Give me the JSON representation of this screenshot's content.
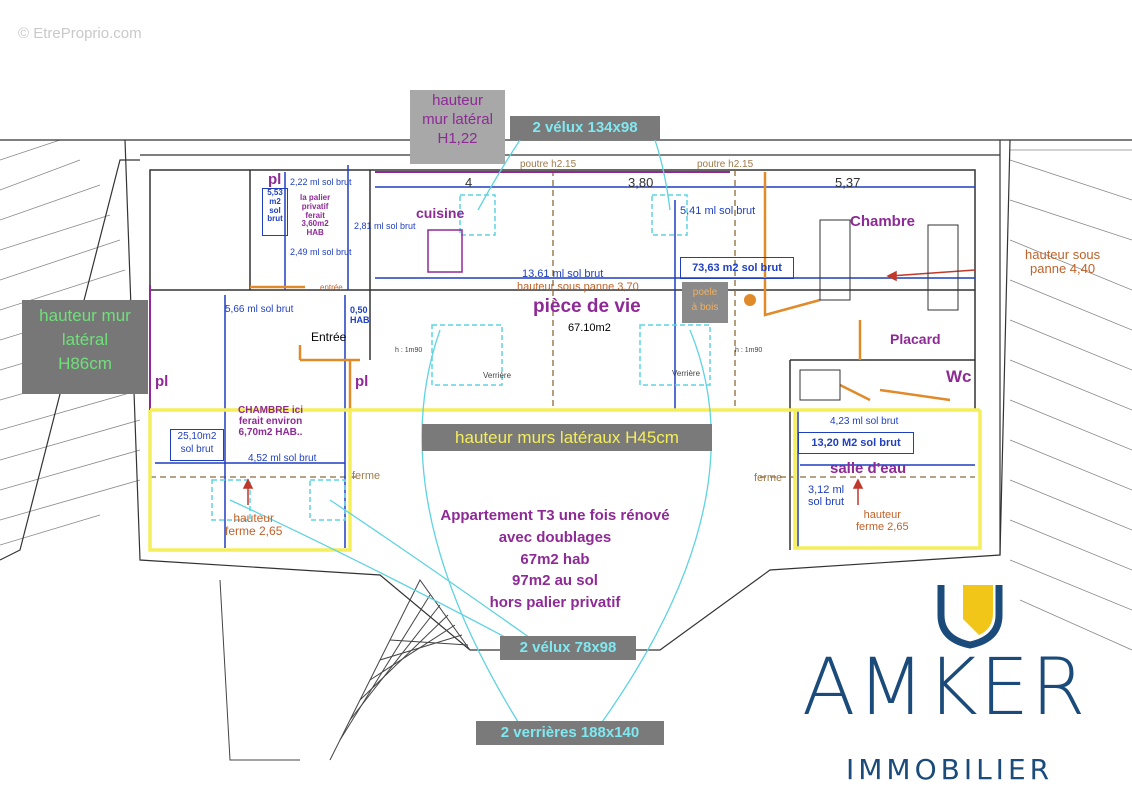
{
  "watermark": "© EtreProprio.com",
  "callouts": {
    "mur_lateral_top": "hauteur\nmur latéral\nH1,22",
    "mur_lateral_left": "hauteur mur\nlatéral\nH86cm",
    "murs_lateraux": "hauteur murs latéraux H45cm",
    "velux_top": "2 vélux 134x98",
    "velux_bottom": "2 vélux 78x98",
    "verrieres": "2 verrières 188x140"
  },
  "rooms": {
    "cuisine": "cuisine",
    "piece_de_vie": "pièce de vie",
    "piece_de_vie_area": "67.10m2",
    "chambre": "Chambre",
    "placard": "Placard",
    "wc": "Wc",
    "salle_deau": "salle d'eau",
    "entree": "Entrée",
    "entree_small": "entrée",
    "chambre_ici": "CHAMBRE ici\nferait environ\n6,70m2 HAB..",
    "palier": "la palier\nprivatif\nferait\n3,60m2\nHAB",
    "pl1": "pl",
    "pl2": "pl",
    "pl3": "pl",
    "poele": "poele\nà bois"
  },
  "measures": {
    "m4": "4",
    "m380": "3,80",
    "m537": "5,37",
    "poutre1": "poutre h2.15",
    "poutre2": "poutre h2.15",
    "sol541": "5,41 ml sol brut",
    "sol1361": "13,61 ml sol brut",
    "panne370": "hauteur sous panne 3,70",
    "area7363": "73,63 m2 sol brut",
    "panne440": "hauteur sous\npanne 4,40",
    "sol566": "5,66 ml sol brut",
    "hab050": "0,50\nHAB",
    "sol222": "2,22 ml sol brut",
    "sol281": "2,81 ml sol brut",
    "sol249": "2,49 ml sol brut",
    "area553": "5,53\nm2\nsol\nbrut",
    "area2510": "25,10m2\nsol brut",
    "sol452": "4,52 ml sol brut",
    "sol423": "4,23 ml sol brut",
    "area1320": "13,20 M2 sol brut",
    "sol312": "3,12 ml\nsol brut",
    "ferme1": "ferme",
    "ferme2": "ferme",
    "ferme265a": "hauteur\nferme 2,65",
    "ferme265b": "hauteur\nferme 2,65",
    "verriere1": "Verrière",
    "verriere2": "Verrière",
    "h1m90a": "h : 1m90",
    "h1m90b": "h : 1m90"
  },
  "summary": "Appartement T3 une fois rénové\navec doublages\n67m2 hab\n97m2 au sol\nhors palier privatif",
  "logo": {
    "name": "AMKER",
    "sub": "IMMOBILIER"
  },
  "colors": {
    "purple": "#8e2a96",
    "blue": "#1f3fbf",
    "orange": "#e08a2a",
    "yellow": "#f4ee5a",
    "cyan": "#5fd3e0",
    "logo": "#1b4b7a",
    "logo_accent": "#f2c618"
  }
}
